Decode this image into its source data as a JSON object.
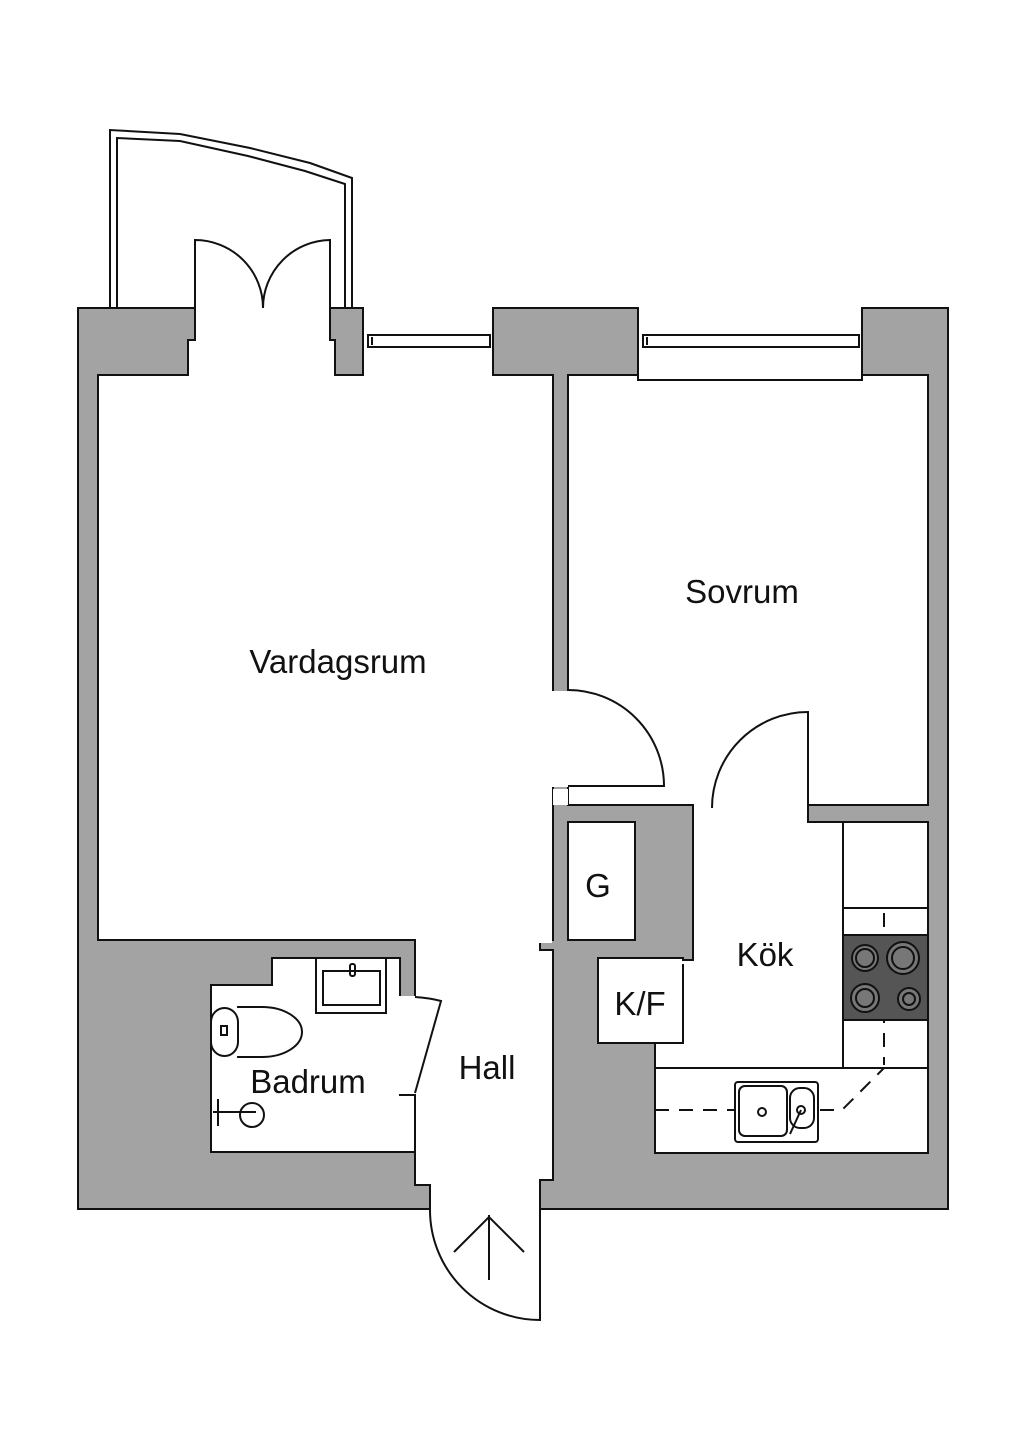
{
  "floorplan": {
    "rooms": {
      "living": "Vardagsrum",
      "bedroom": "Sovrum",
      "closet": "G",
      "kitchen": "Kök",
      "fridge_freezer": "K/F",
      "bathroom": "Badrum",
      "hall": "Hall"
    },
    "colors": {
      "wall": "#a3a3a3",
      "stove": "#555555",
      "line": "#111111"
    }
  }
}
